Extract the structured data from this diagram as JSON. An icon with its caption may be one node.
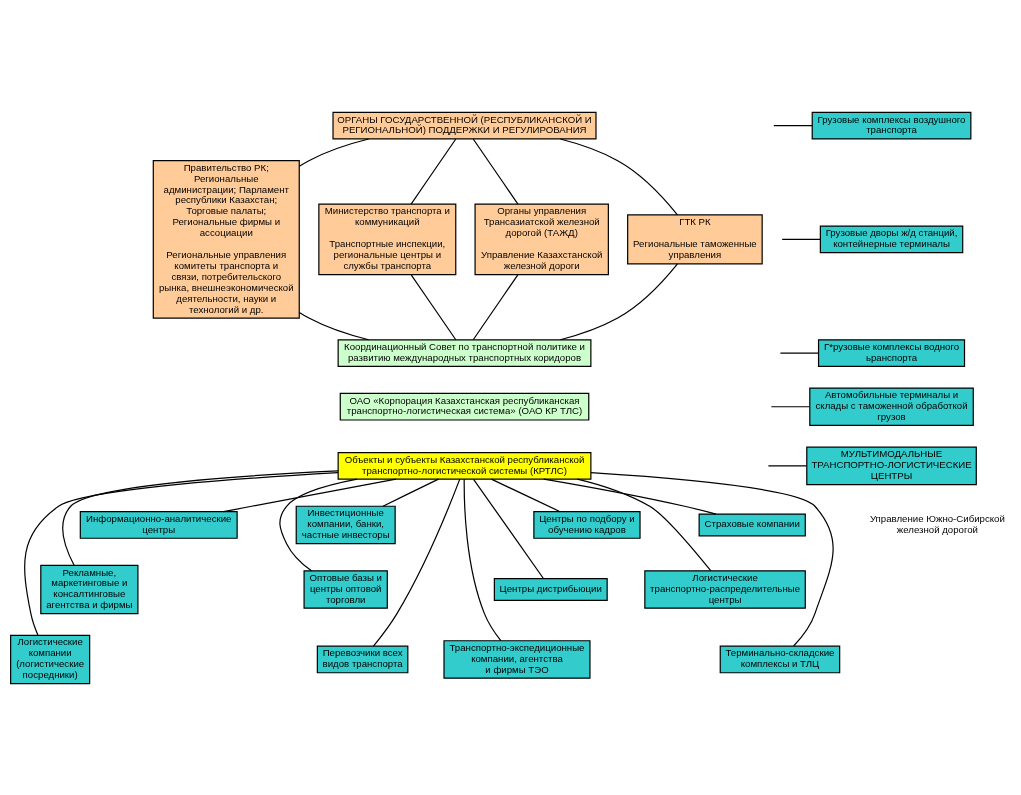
{
  "diagram": {
    "nodes": [
      {
        "text": [
          "ОРГАНЫ ГОСУДАРСТВЕННОЙ (РЕСПУБЛИКАНСКОЙ И РЕГИОНАЛЬНОЙ) ПОДДЕРЖКИ И РЕГУЛИРОВАНИЯ"
        ]
      },
      {
        "text": [
          "Правительство РК; Региональные администрации; Парламент республики Казахстан; Торговые палаты; Региональные фирмы и ассоциации",
          "Региональные управления комитеты транспорта и связи, потребительского рынка, внешнеэкономической деятельности, науки и технологий и др."
        ]
      },
      {
        "text": [
          "Министерство транспорта и коммуникаций",
          "Транспортные инспекции, региональные центры и службы транспорта"
        ]
      },
      {
        "text": [
          "Органы управления Трансазиатской железной дорогой (ТАЖД)",
          "Управление Казахстанской железной дороги"
        ]
      },
      {
        "text": [
          "ГТК РК",
          "Региональные таможенные управления"
        ]
      },
      {
        "text": [
          "Координационный Совет по транспортной политике и развитию международных транспортных коридоров"
        ]
      },
      {
        "text": [
          "ОАО «Корпорация Казахстанская республиканская транспортно-логистическая система» (ОАО КР ТЛС)"
        ]
      },
      {
        "text": [
          "Объекты и субъекты Казахстанской республиканской транспортно-логистической системы (КРТЛС)"
        ]
      },
      {
        "text": [
          "Информационно-аналитические центры"
        ]
      },
      {
        "text": [
          "Инвестиционные компании, банки, частные инвесторы"
        ]
      },
      {
        "text": [
          "Центры по подбору и обучению кадров"
        ]
      },
      {
        "text": [
          "Страховые компании"
        ]
      },
      {
        "text": [
          "Рекламные, маркетинговые и консалтинговые агентства и фирмы"
        ]
      },
      {
        "text": [
          "Оптовые базы и центры оптовой торговли"
        ]
      },
      {
        "text": [
          "Центры дистрибьюции"
        ]
      },
      {
        "text": [
          "Логистические транспортно-распределительные центры"
        ]
      },
      {
        "text": [
          "Логистические компании (логистические посредники)"
        ]
      },
      {
        "text": [
          "Перевозчики всех видов транспорта"
        ]
      },
      {
        "text": [
          "Транспортно-экспедиционные компании, агентства и фирмы ТЭО"
        ]
      },
      {
        "text": [
          "Терминально-складские комплексы и ТЛЦ"
        ]
      },
      {
        "text": [
          "Грузовые комплексы воздушного транспорта"
        ]
      },
      {
        "text": [
          "Грузовые дворы ж/д станций, контейнерные терминалы"
        ]
      },
      {
        "text": [
          "Г*рузовые комплексы водного ьранспорта"
        ]
      },
      {
        "text": [
          "Автомобильные терминалы и склады с таможенной обработкой грузов"
        ]
      },
      {
        "text": [
          "МУЛЬТИМОДАЛЬНЫЕ ТРАНСПОРТНО-ЛОГИСТИЧЕСКИЕ ЦЕНТРЫ"
        ]
      }
    ],
    "edges": [
      {
        "from": 0,
        "to": 1,
        "arrow": "none"
      },
      {
        "from": 0,
        "to": 2,
        "arrow": "none"
      },
      {
        "from": 0,
        "to": 3,
        "arrow": "none"
      },
      {
        "from": 0,
        "to": 4,
        "arrow": "none"
      },
      {
        "from": 1,
        "to": 5,
        "arrow": "none"
      },
      {
        "from": 2,
        "to": 5,
        "arrow": "none"
      },
      {
        "from": 3,
        "to": 5,
        "arrow": "none"
      },
      {
        "from": 4,
        "to": 5,
        "arrow": "none"
      },
      {
        "from": 7,
        "to": 8,
        "arrow": "none"
      },
      {
        "from": 7,
        "to": 9,
        "arrow": "none"
      },
      {
        "from": 7,
        "to": 10,
        "arrow": "none"
      },
      {
        "from": 7,
        "to": 11,
        "arrow": "none"
      },
      {
        "from": 7,
        "to": 12,
        "arrow": "none"
      },
      {
        "from": 7,
        "to": 13,
        "arrow": "none"
      },
      {
        "from": 7,
        "to": 14,
        "arrow": "none"
      },
      {
        "from": 7,
        "to": 15,
        "arrow": "none"
      },
      {
        "from": 7,
        "to": 16,
        "arrow": "none"
      },
      {
        "from": 7,
        "to": 17,
        "arrow": "none"
      },
      {
        "from": 7,
        "to": 18,
        "arrow": "none"
      },
      {
        "from": 7,
        "to": 19,
        "arrow": "none"
      },
      {
        "from": null,
        "to": 20,
        "arrow": "none"
      },
      {
        "from": null,
        "to": 21,
        "arrow": "none"
      },
      {
        "from": null,
        "to": 22,
        "arrow": "none"
      },
      {
        "from": null,
        "to": 23,
        "arrow": "none"
      },
      {
        "from": null,
        "to": 24,
        "arrow": "none"
      }
    ],
    "labels": [
      "Управление Южно-Сибирской железной дорогой"
    ]
  }
}
